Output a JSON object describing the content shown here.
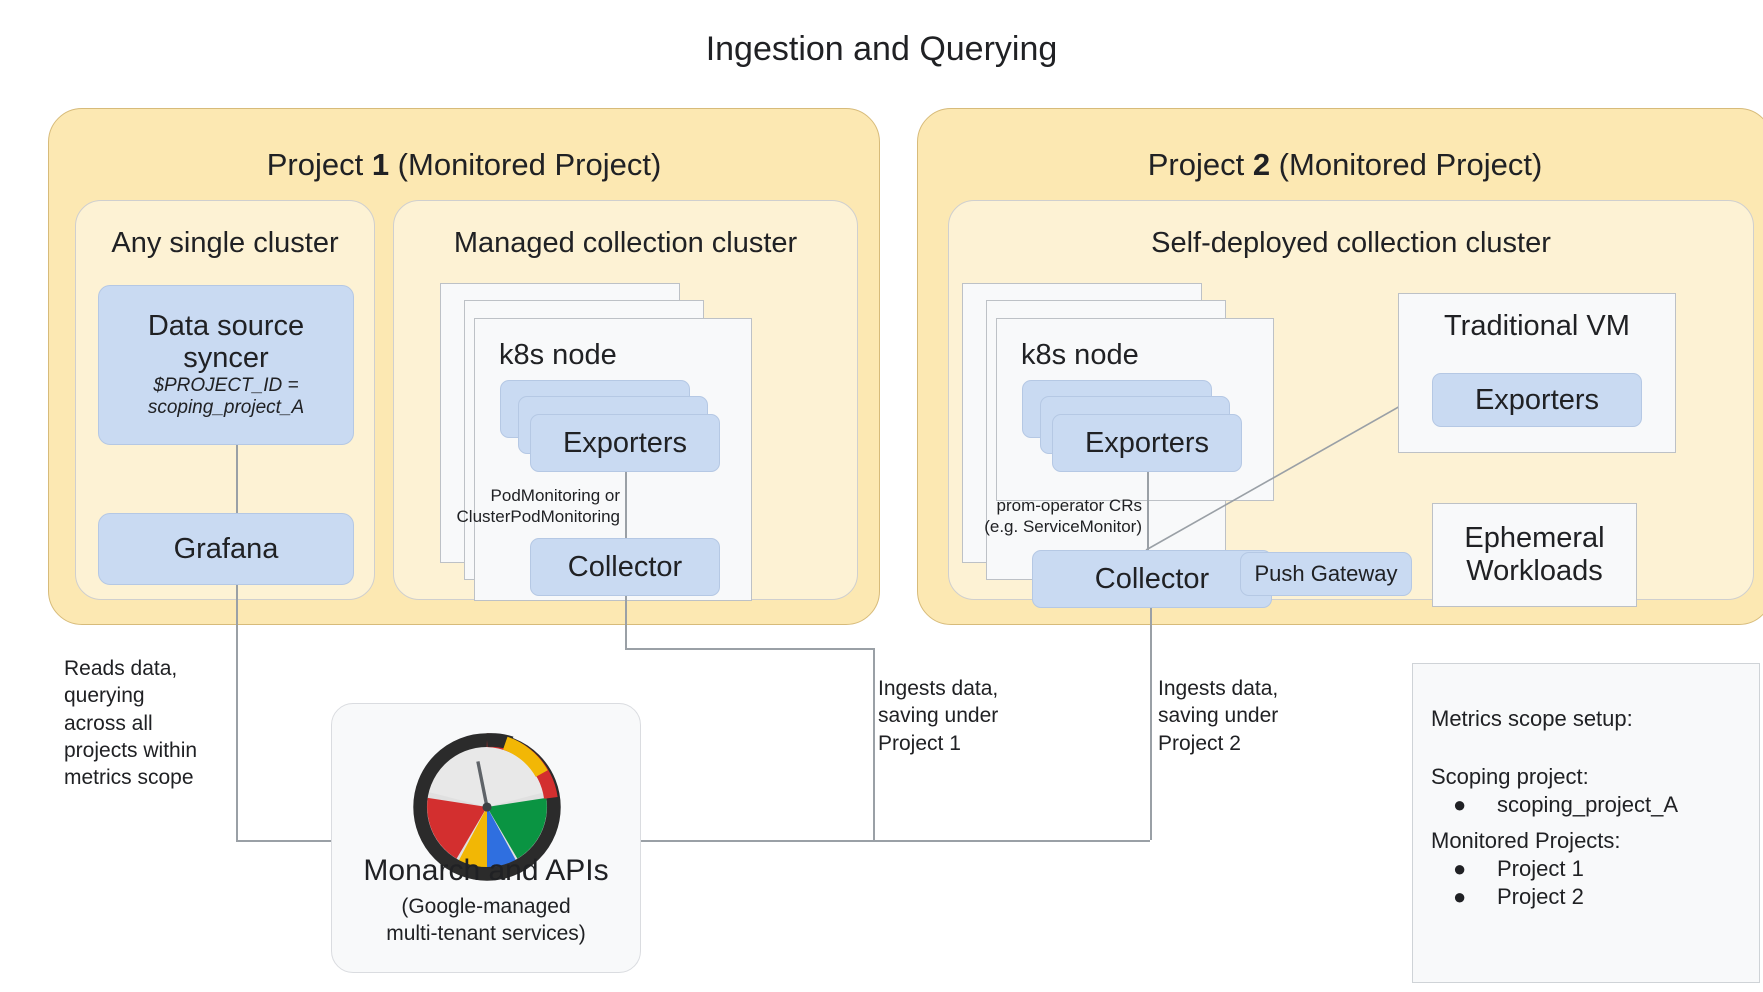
{
  "title": "Ingestion and Querying",
  "projects": [
    {
      "id": "project-1",
      "title_prefix": "Project ",
      "title_number": "1",
      "title_suffix": " (Monitored Project)",
      "clusters": [
        {
          "id": "any-single-cluster",
          "title": "Any single cluster",
          "boxes": [
            {
              "name": "data-source-syncer",
              "label": "Data source syncer",
              "line1": "Data source",
              "line2": "syncer",
              "sub1": "$PROJECT_ID =",
              "sub2": "scoping_project_A"
            },
            {
              "name": "grafana",
              "label": "Grafana"
            }
          ]
        },
        {
          "id": "managed-collection-cluster",
          "title": "Managed collection cluster",
          "node_title": "k8s node",
          "exporters_label": "Exporters",
          "edge_label_line1": "PodMonitoring or",
          "edge_label_line2": "ClusterPodMonitoring",
          "collector_label": "Collector"
        }
      ]
    },
    {
      "id": "project-2",
      "title_prefix": "Project ",
      "title_number": "2",
      "title_suffix": " (Monitored Project)",
      "clusters": [
        {
          "id": "self-deployed-collection-cluster",
          "title": "Self-deployed collection cluster",
          "node_title": "k8s node",
          "exporters_label": "Exporters",
          "edge_label_line1": "prom-operator CRs",
          "edge_label_line2": "(e.g. ServiceMonitor)",
          "collector_label": "Collector",
          "push_gateway_label": "Push Gateway",
          "vm_title": "Traditional VM",
          "vm_exporters_label": "Exporters",
          "ephemeral_line1": "Ephemeral",
          "ephemeral_line2": "Workloads"
        }
      ]
    }
  ],
  "annotations": {
    "reads": "Reads data,\nquerying\nacross all\nprojects within\nmetrics scope",
    "ingest1": "Ingests data,\nsaving under\nProject 1",
    "ingest2": "Ingests data,\nsaving under\nProject 2"
  },
  "monarch": {
    "title": "Monarch and APIs",
    "subtitle": "(Google-managed\nmulti-tenant services)",
    "logo_name": "monarch-logo"
  },
  "legend": {
    "heading": "Metrics scope setup:",
    "scoping_label": "Scoping project:",
    "scoping_items": [
      "scoping_project_A"
    ],
    "monitored_label": "Monitored Projects:",
    "monitored_items": [
      "Project 1",
      "Project 2"
    ],
    "bullet_glyph": "●"
  },
  "colors": {
    "project_fill": "#fce8b2",
    "cluster_fill": "#fdf2d4",
    "blue_fill": "#c9daf2",
    "white_fill": "#f8f9fa",
    "line": "#9aa0a6",
    "logo_red": "#d32f2f",
    "logo_yellow": "#f2b705",
    "logo_blue": "#2f6fe0",
    "logo_green": "#0a9442",
    "logo_ring": "#2b2b2b",
    "logo_grey": "#e0e0e0"
  }
}
